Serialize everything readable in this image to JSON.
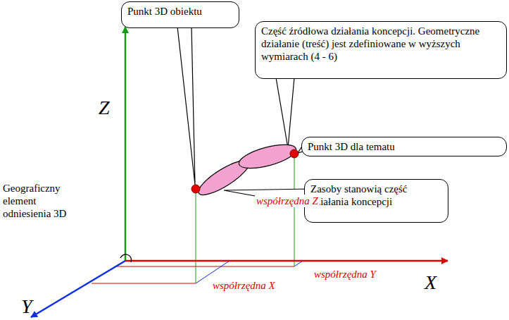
{
  "diagram": {
    "nodes": [
      {
        "text": [
          "Punkt 3D obiektu"
        ]
      },
      {
        "text": [
          "Część źródłowa działania koncepcji. Geometryczne działanie (treść) jest zdefiniowane w wyższych wymiarach (4 - 6)"
        ]
      },
      {
        "text": [
          "Punkt 3D dla tematu"
        ]
      },
      {
        "text": [
          "Zasoby stanowią część działania koncepcji"
        ]
      }
    ],
    "labels": [
      "Z",
      "X",
      "Y",
      "Geograficzny element odniesienia 3D",
      "współrzędna Z",
      "współrzędna Y",
      "współrzędna X"
    ]
  }
}
